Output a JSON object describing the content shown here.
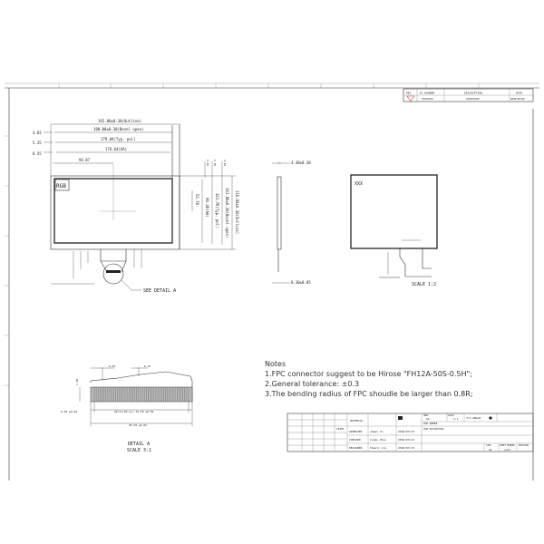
{
  "revision_table": {
    "headers": [
      "REV",
      "EC NUMBER",
      "DESCRIPTION",
      "DATE"
    ],
    "row": [
      "",
      "XXXXXXX",
      "XXXXXXXX",
      "0000/00/00"
    ]
  },
  "front_view": {
    "dims_top": [
      "192.00±0.30(Outline)",
      "180.00±0.30(Bezel open)",
      "179.04(Typ. pol)",
      "176.64(AA)",
      "94.87"
    ],
    "dims_left": [
      "4.82",
      "5.35",
      "6.55"
    ],
    "dims_right_top": [
      "6.55",
      "5.35",
      "4.82"
    ],
    "dims_right": [
      "52.70",
      "99.36(AA)",
      "101.76(Typ. pol)",
      "101.86±0.30(Bezel open)",
      "116.80±0.30(Outline)"
    ],
    "logo": "RGB",
    "callout": "SEE DETAIL  A"
  },
  "side_view": {
    "thickness": "4.40±0.30",
    "fpc_thickness": "0.30±0.05"
  },
  "back_view": {
    "label": "XXX",
    "scale": "SCALE  1:2"
  },
  "detail": {
    "dim_finger": "0.25",
    "dim_gap": "0.15",
    "dim_height": "1.00",
    "dim_edge": "0.50 ±0.03",
    "dim_pitch": "P0.5×(50-1)= 24.50 ±0.03",
    "dim_total": "25.50 ±0.03",
    "title": "DETAIL  A",
    "scale": "SCALE  3:1"
  },
  "notes": {
    "heading": "Notes",
    "items": [
      "1.FPC connector suggest to be Hirose \"FH12A-50S-0.5H\";",
      "2.General tolerance: ±0.3",
      "3.The bending radius of FPC shoudle be larger than 0.8R;"
    ]
  },
  "title_block": {
    "material": "MATERIAL",
    "level": "LEVEL",
    "rows": [
      {
        "role": "APPROVED",
        "name": "James Yu",
        "date": "2010/03/13"
      },
      {
        "role": "CHECKED",
        "name": "Cosmo Zhou",
        "date": "2010/03/13"
      },
      {
        "role": "DESIGNED",
        "name": "Shaoli Liu",
        "date": "2010/03/13"
      }
    ],
    "unit_label": "UNIT",
    "unit": "mm",
    "scale_label": "SCALE",
    "scale": "1:1",
    "angle": "3rd ANGLE",
    "part_number": "PART NUMBER",
    "part_description": "PART DESCRIPTION",
    "size_label": "SIZE",
    "size": "A3",
    "sheet_label": "SHEET NUMBER",
    "sheet": "1of1",
    "revision_label": "REVISION"
  },
  "colors": {
    "rev_triangle": "#d04040"
  }
}
